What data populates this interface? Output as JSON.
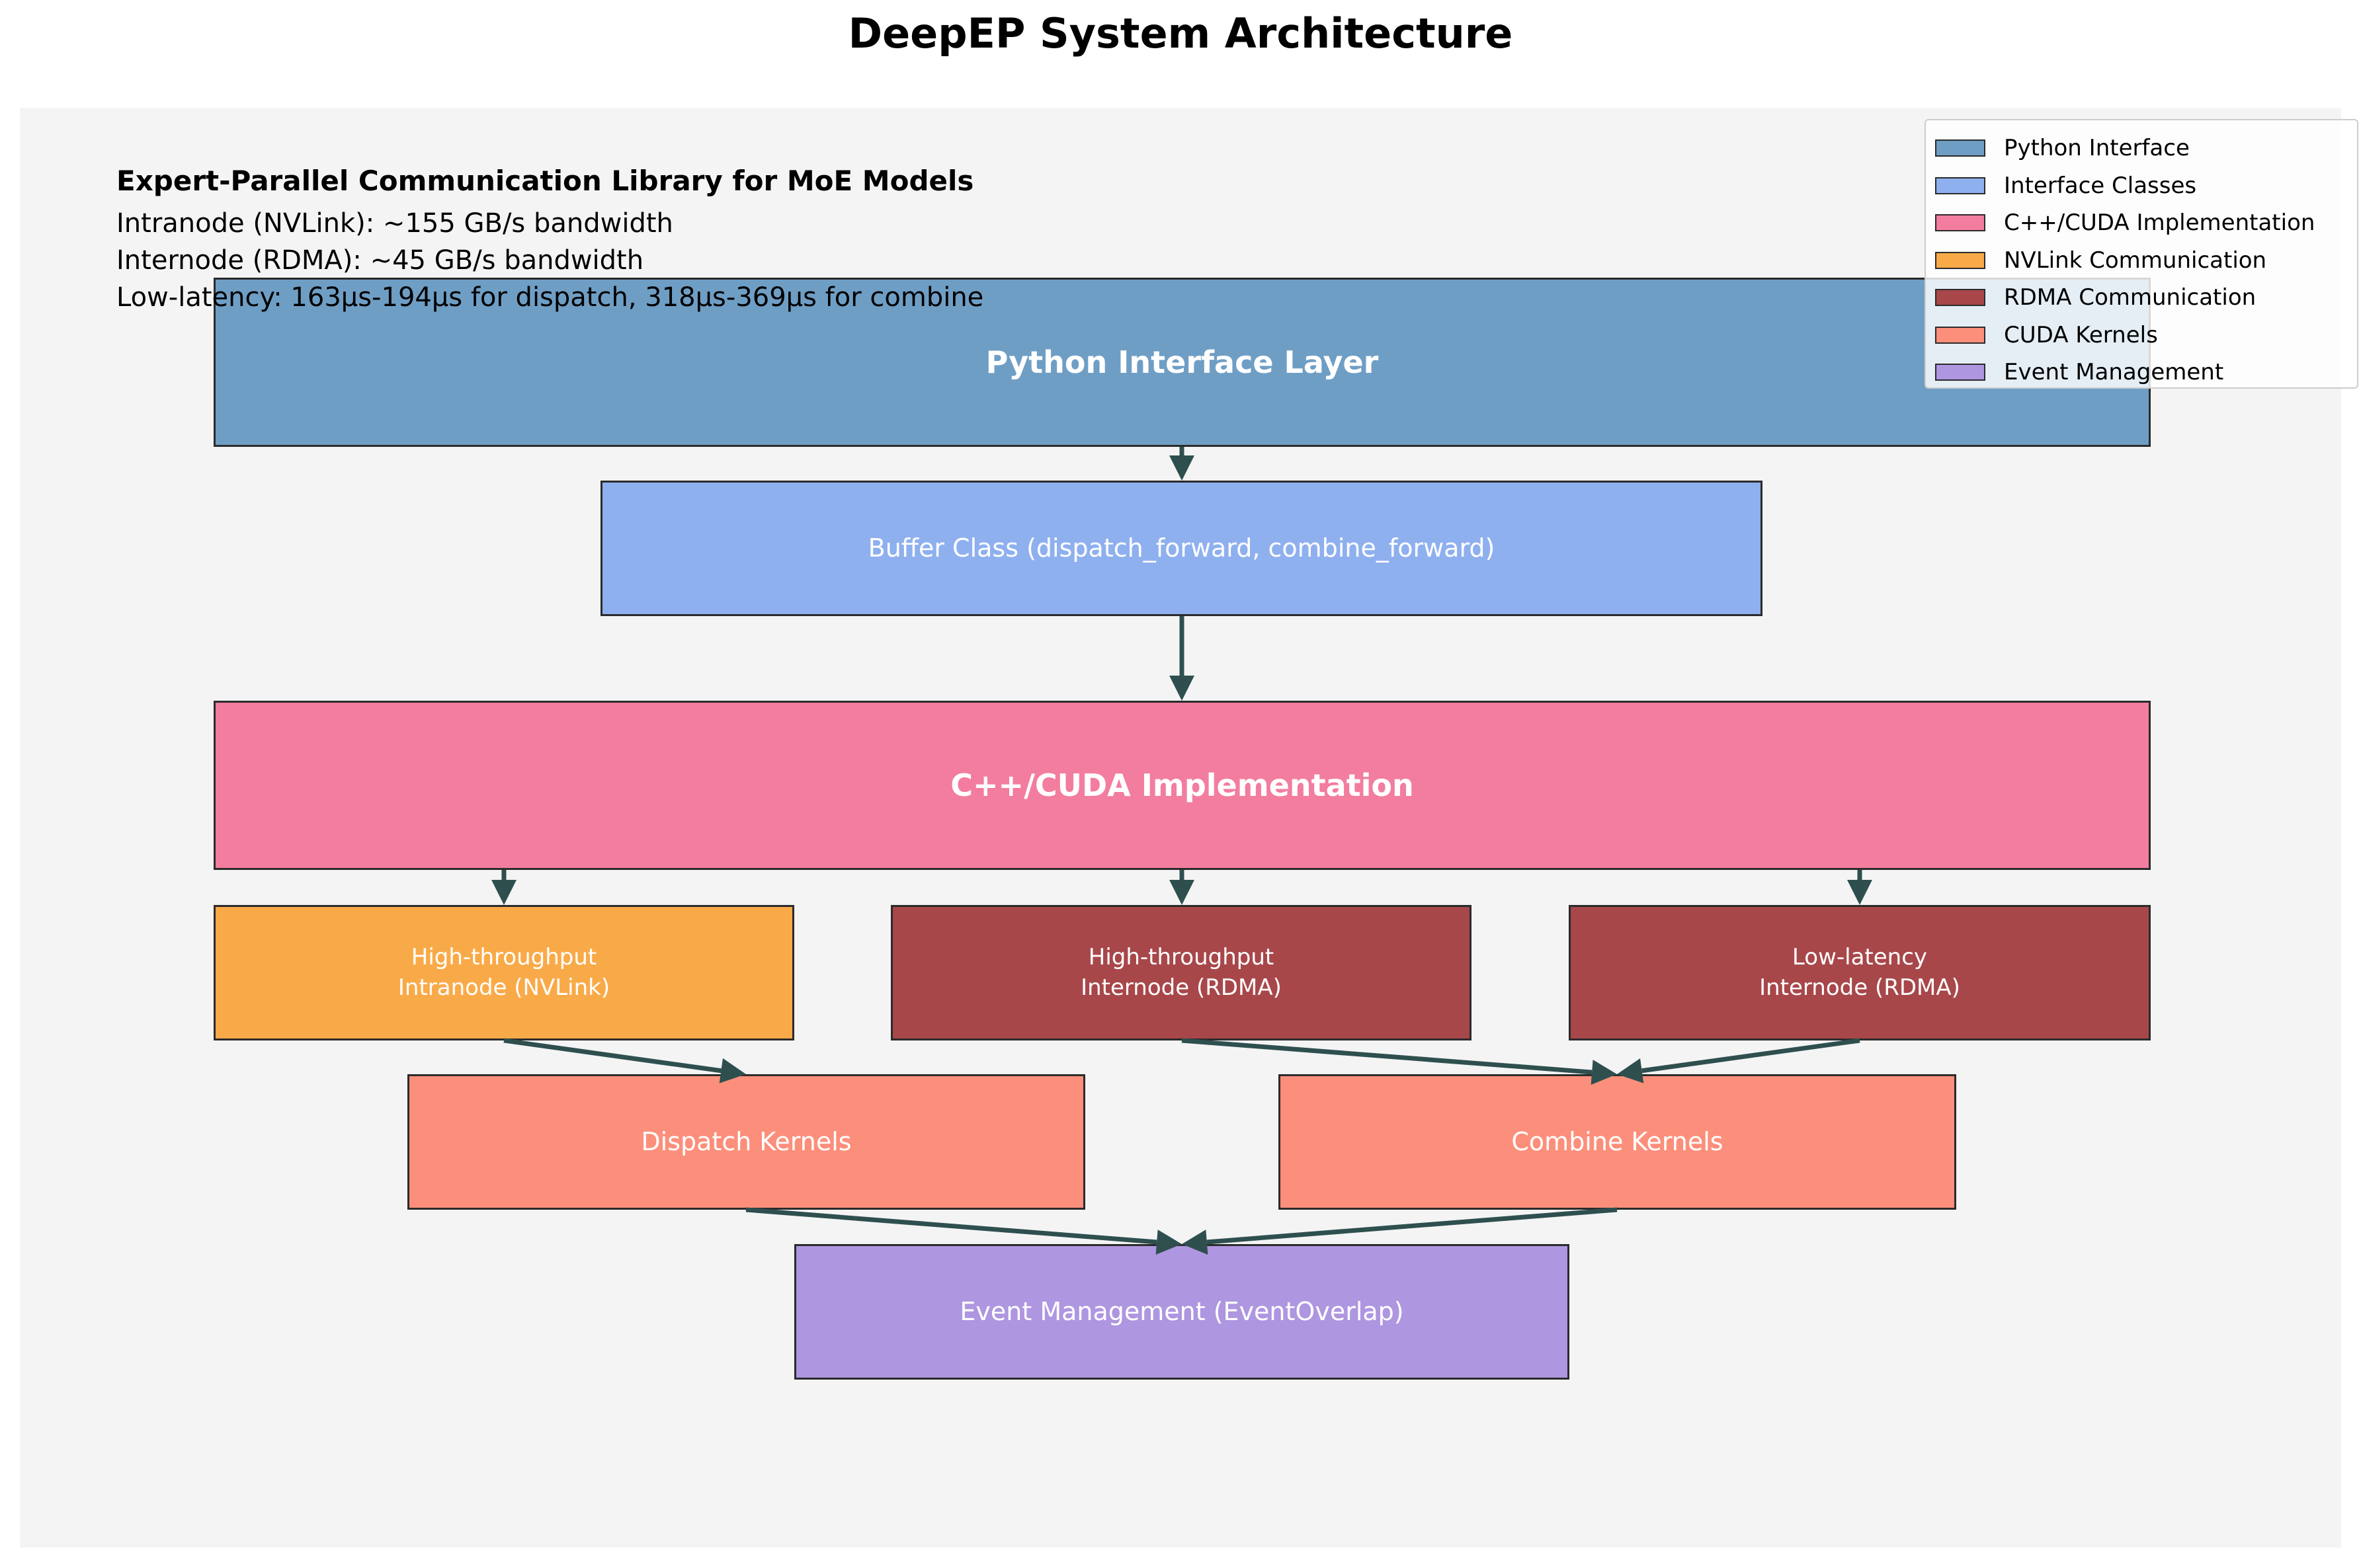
{
  "title": "DeepEP System Architecture",
  "info": {
    "heading": "Expert-Parallel Communication Library for MoE Models",
    "lines": [
      "Intranode (NVLink): ~155 GB/s bandwidth",
      "Internode (RDMA): ~45 GB/s bandwidth",
      "Low-latency: 163μs-194μs for dispatch, 318μs-369μs for combine"
    ]
  },
  "nodes": {
    "python_layer": {
      "label": "Python Interface Layer",
      "color": "#6f9ec5"
    },
    "buffer_class": {
      "label": "Buffer Class (dispatch_forward, combine_forward)",
      "color": "#8fb0ef"
    },
    "cpp_cuda": {
      "label": "C++/CUDA Implementation",
      "color": "#f27d9f"
    },
    "ht_intranode": {
      "label": "High-throughput\nIntranode (NVLink)",
      "color": "#f9aa48"
    },
    "ht_internode": {
      "label": "High-throughput\nInternode (RDMA)",
      "color": "#a8474a"
    },
    "ll_internode": {
      "label": "Low-latency\nInternode (RDMA)",
      "color": "#a8474a"
    },
    "dispatch_kernels": {
      "label": "Dispatch Kernels",
      "color": "#fc8f7b"
    },
    "combine_kernels": {
      "label": "Combine Kernels",
      "color": "#fc8f7b"
    },
    "event_mgmt": {
      "label": "Event Management (EventOverlap)",
      "color": "#ae96e0"
    }
  },
  "legend": [
    {
      "label": "Python Interface",
      "color": "#6f9ec5"
    },
    {
      "label": "Interface Classes",
      "color": "#8fb0ef"
    },
    {
      "label": "C++/CUDA Implementation",
      "color": "#f27d9f"
    },
    {
      "label": "NVLink Communication",
      "color": "#f9aa48"
    },
    {
      "label": "RDMA Communication",
      "color": "#a8474a"
    },
    {
      "label": "CUDA Kernels",
      "color": "#fc8f7b"
    },
    {
      "label": "Event Management",
      "color": "#ae96e0"
    }
  ],
  "arrow_color": "#2f4f4f"
}
